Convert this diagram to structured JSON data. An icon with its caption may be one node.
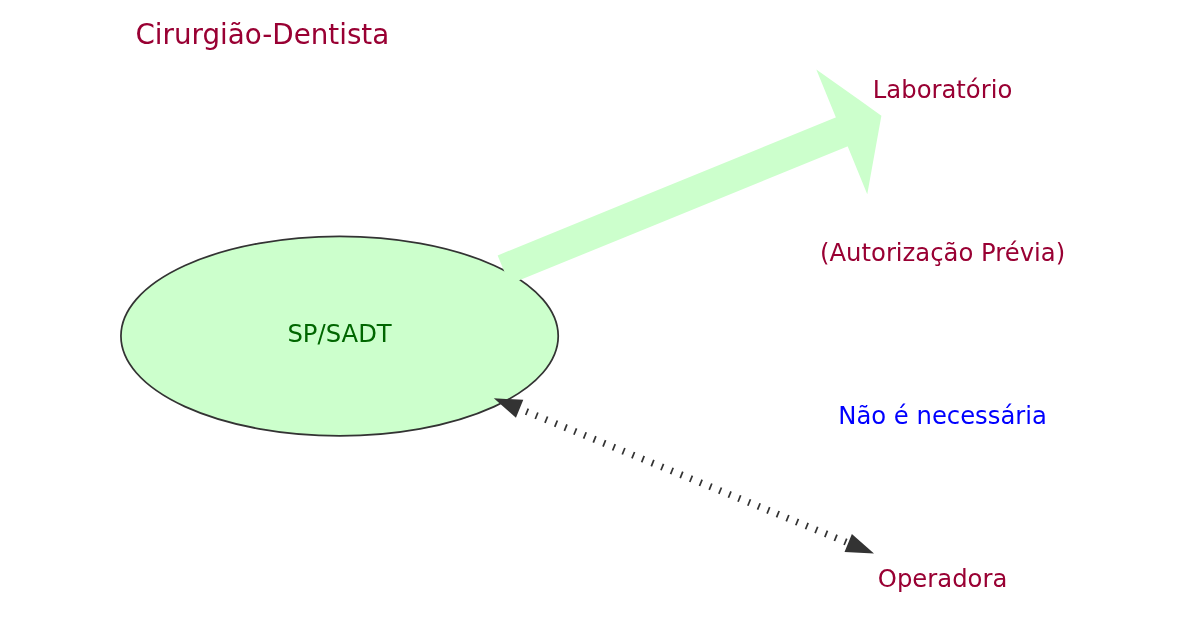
{
  "diagram": {
    "title": "Cirurgião-Dentista",
    "nodes": [
      {
        "text": [
          "SP/SADT"
        ]
      },
      {
        "text": [
          "Laboratório"
        ]
      },
      {
        "text": [
          "Operadora"
        ]
      }
    ],
    "edges": [
      {
        "from": 0,
        "to": 1,
        "arrow": "to",
        "style": "thick",
        "color": "#ccffcc"
      },
      {
        "from": 0,
        "to": 2,
        "arrow": "both",
        "style": "dashed",
        "color": "#333333"
      }
    ],
    "labels": [
      "(Autorização Prévia)",
      "Não é necessária"
    ]
  }
}
